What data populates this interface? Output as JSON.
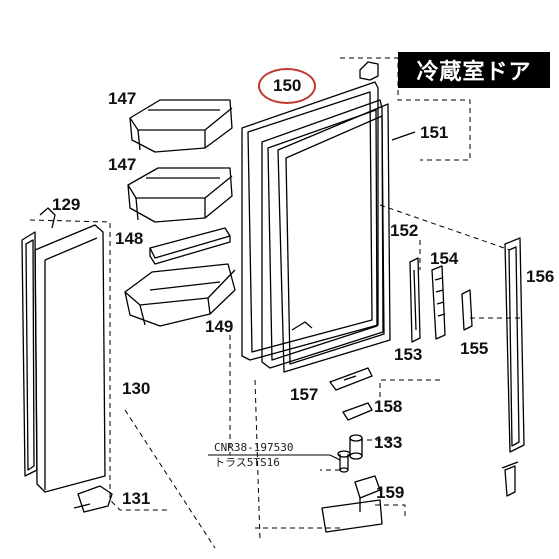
{
  "title": "冷蔵室ドア",
  "highlight_part": "150",
  "callout": {
    "line1": "CNR38-197530",
    "line2": "トラス5TS16"
  },
  "parts": {
    "p129": "129",
    "p130": "130",
    "p131": "131",
    "p133": "133",
    "p147a": "147",
    "p147b": "147",
    "p148": "148",
    "p149": "149",
    "p151": "151",
    "p152": "152",
    "p153": "153",
    "p154": "154",
    "p155": "155",
    "p156": "156",
    "p157": "157",
    "p158": "158",
    "p159": "159"
  },
  "colors": {
    "highlight": "#c0392b",
    "title_bg": "#000000",
    "title_fg": "#ffffff"
  }
}
